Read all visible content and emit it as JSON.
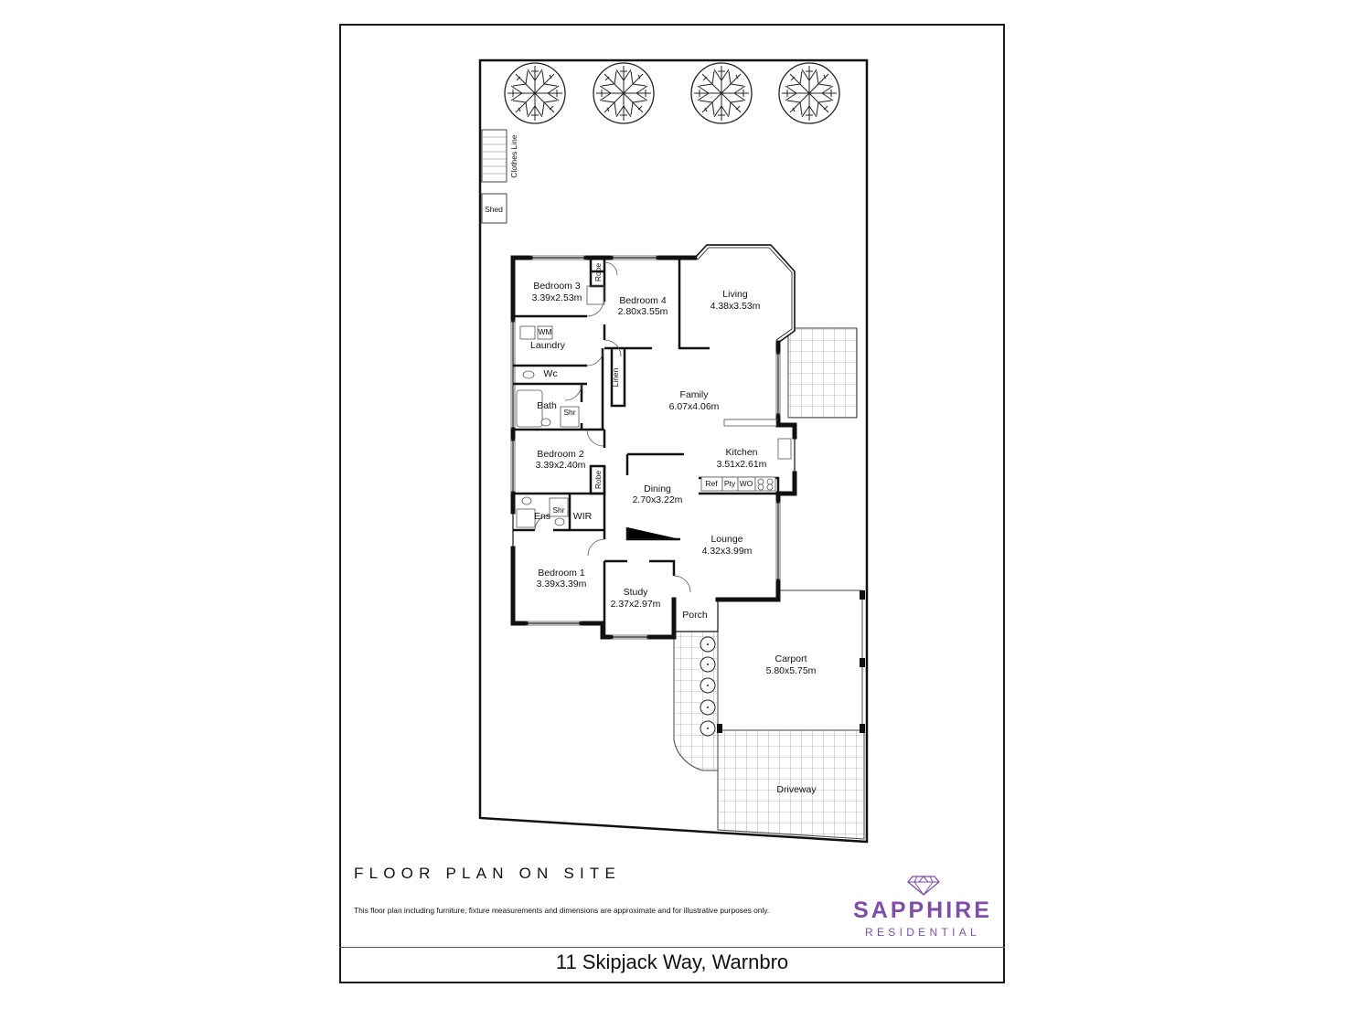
{
  "plan": {
    "rooms": {
      "bedroom3": {
        "name": "Bedroom 3",
        "size": "3.39x2.53m"
      },
      "bedroom4": {
        "name": "Bedroom 4",
        "size": "2.80x3.55m"
      },
      "living": {
        "name": "Living",
        "size": "4.38x3.53m"
      },
      "laundry": {
        "name": "Laundry"
      },
      "wc": {
        "name": "Wc"
      },
      "bath": {
        "name": "Bath"
      },
      "family": {
        "name": "Family",
        "size": "6.07x4.06m"
      },
      "kitchen": {
        "name": "Kitchen",
        "size": "3.51x2.61m"
      },
      "bedroom2": {
        "name": "Bedroom 2",
        "size": "3.39x2.40m"
      },
      "dining": {
        "name": "Dining",
        "size": "2.70x3.22m"
      },
      "ens": {
        "name": "Ens"
      },
      "wir": {
        "name": "WIR"
      },
      "lounge": {
        "name": "Lounge",
        "size": "4.32x3.99m"
      },
      "bedroom1": {
        "name": "Bedroom 1",
        "size": "3.39x3.39m"
      },
      "study": {
        "name": "Study",
        "size": "2.37x2.97m"
      },
      "porch": {
        "name": "Porch"
      },
      "carport": {
        "name": "Carport",
        "size": "5.80x5.75m"
      },
      "driveway": {
        "name": "Driveway"
      }
    },
    "fixtures": {
      "clothes_line": "Clothes Line",
      "shed": "Shed",
      "robe_top": "Robe",
      "robe_mid": "Robe",
      "wm": "WM",
      "linen": "Linen",
      "shr_bath": "Shr",
      "shr_ens": "Shr",
      "ref": "Ref",
      "pty": "Pty",
      "wo": "WO"
    }
  },
  "footer": {
    "heading": "FLOOR PLAN ON SITE",
    "disclaimer": "This floor plan including furniture, fixture measurements and dimensions are approximate and for illustrative purposes only.",
    "address": "11 Skipjack Way, Warnbro"
  },
  "brand": {
    "name": "SAPPHIRE",
    "sub": "RESIDENTIAL",
    "color": "#7e4ea6",
    "logo_icon": "diamond-icon"
  }
}
